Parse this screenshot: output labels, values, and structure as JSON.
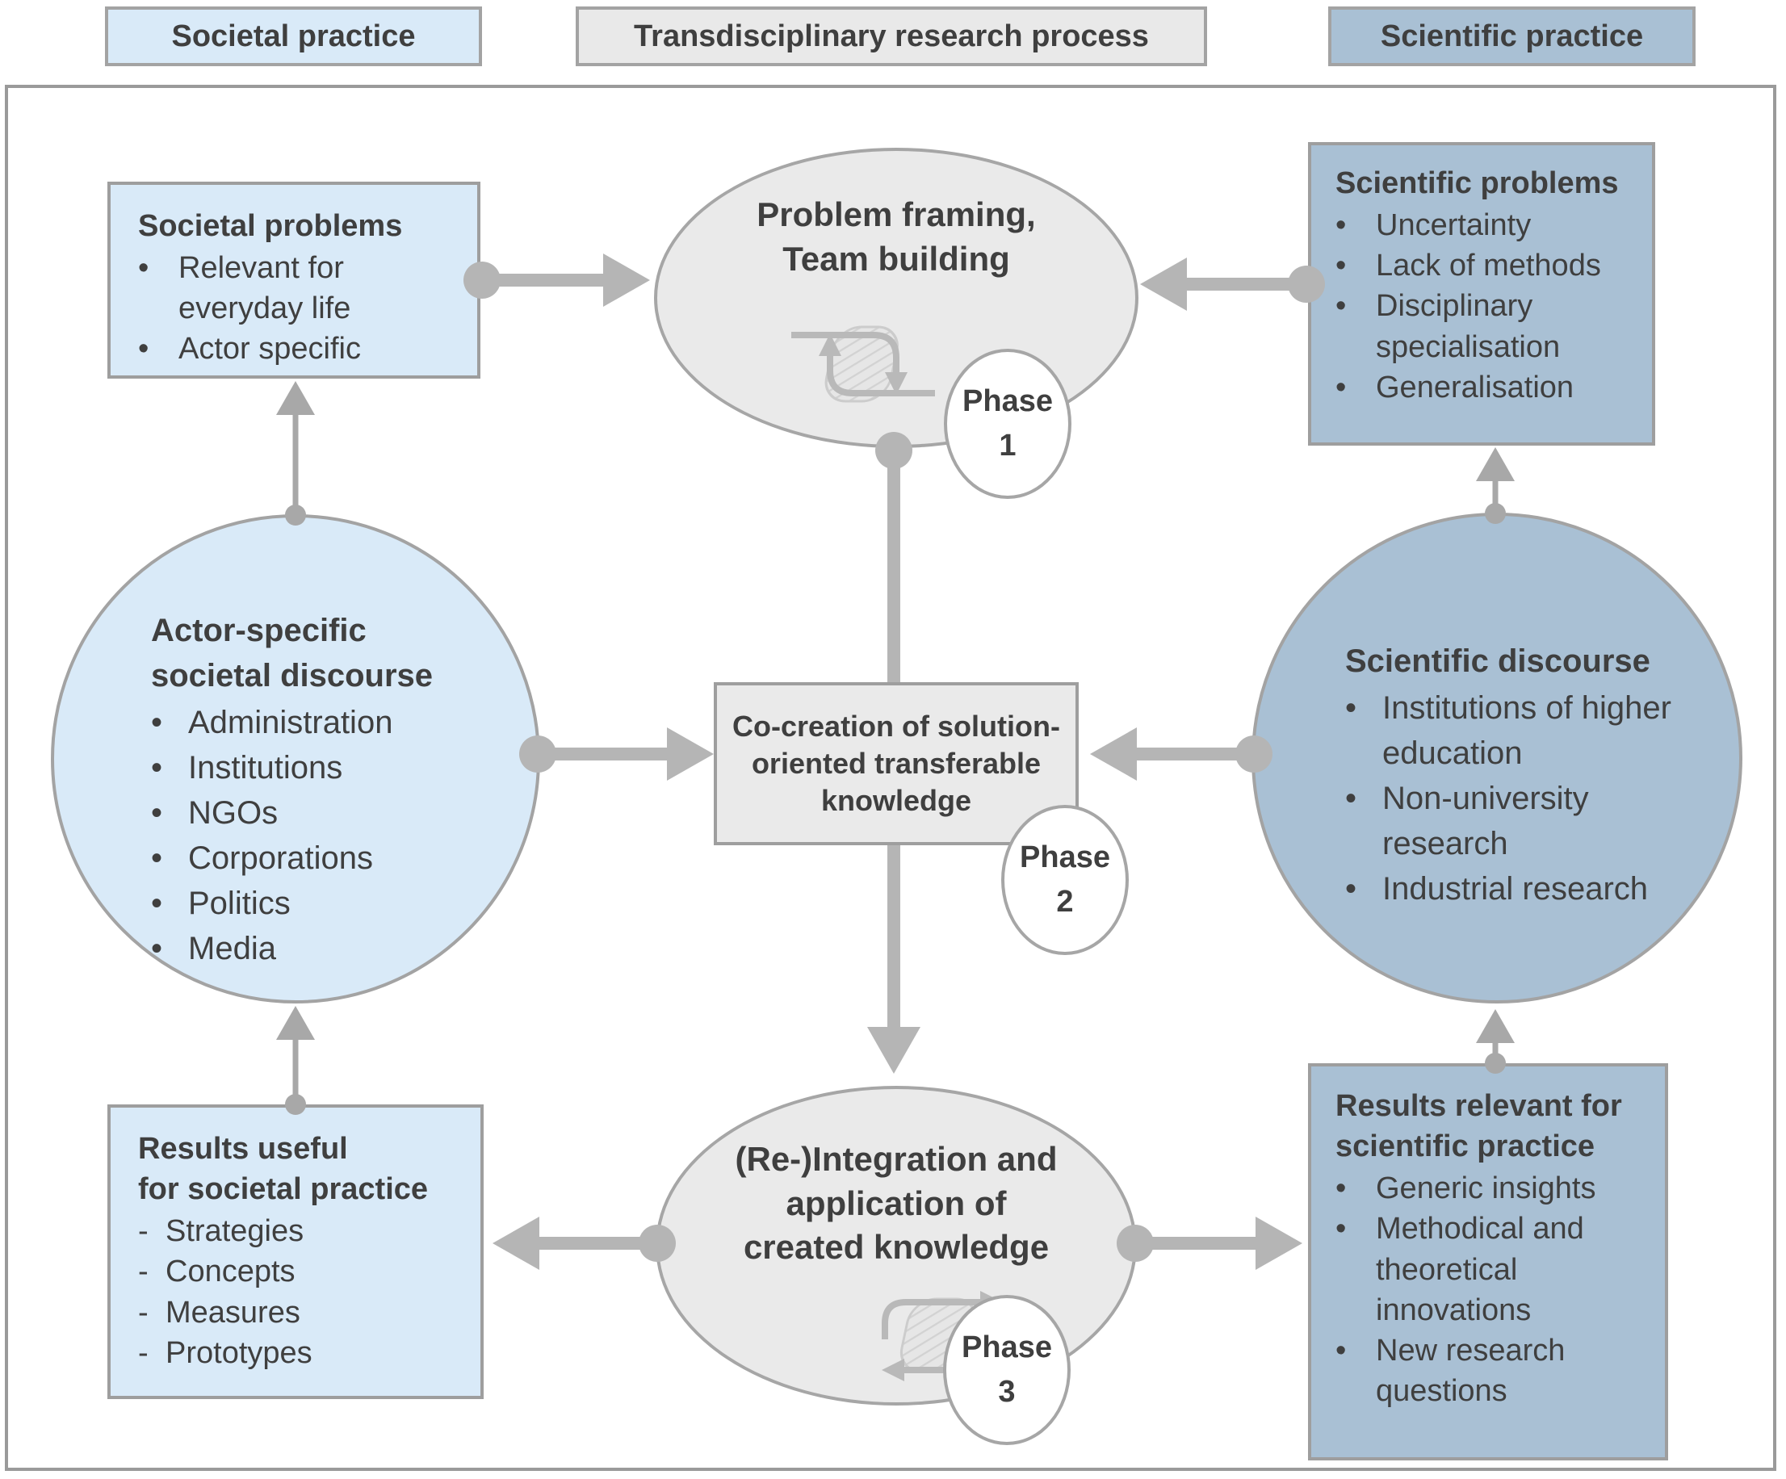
{
  "colors": {
    "light_blue": "#d9eaf8",
    "blue_gray": "#a9c0d4",
    "light_gray": "#eaeaea",
    "border_gray": "#9e9e9e",
    "thick_arrow": "#b5b5b5",
    "thin_arrow": "#a8a8a8",
    "text": "#3f3f3f"
  },
  "headers": {
    "left": "Societal practice",
    "center": "Transdisciplinary research process",
    "right": "Scientific practice"
  },
  "nodes": {
    "societal_problems": {
      "title_lines": [
        "Societal problems"
      ],
      "marker": "•",
      "items": [
        "Relevant for everyday life",
        "Actor specific"
      ]
    },
    "scientific_problems": {
      "title_lines": [
        "Scientific problems"
      ],
      "marker": "•",
      "items": [
        "Uncertainty",
        "Lack of methods",
        "Disciplinary specialisation",
        "Generalisation"
      ]
    },
    "societal_discourse": {
      "title_lines": [
        "Actor-specific",
        "societal discourse"
      ],
      "marker": "•",
      "items": [
        "Administration",
        "Institutions",
        "NGOs",
        "Corporations",
        "Politics",
        "Media"
      ]
    },
    "scientific_discourse": {
      "title_lines": [
        "Scientific discourse"
      ],
      "marker": "•",
      "items": [
        "Institutions of higher education",
        "Non-university research",
        "Industrial research"
      ]
    },
    "results_societal": {
      "title_lines": [
        "Results useful",
        "for societal practice"
      ],
      "marker": "-",
      "items": [
        "Strategies",
        "Concepts",
        "Measures",
        "Prototypes"
      ]
    },
    "results_scientific": {
      "title_lines": [
        "Results relevant for",
        "scientific practice"
      ],
      "marker": "•",
      "items": [
        "Generic insights",
        "Methodical and theoretical innovations",
        "New research questions"
      ]
    },
    "problem_framing": {
      "label_lines": [
        "Problem framing,",
        "Team building"
      ]
    },
    "co_creation": {
      "label_lines": [
        "Co-creation of solution-",
        "oriented transferable",
        "knowledge"
      ]
    },
    "reintegration": {
      "label_lines": [
        "(Re-)Integration and",
        "application of",
        "created knowledge"
      ]
    }
  },
  "phases": {
    "p1": {
      "word": "Phase",
      "num": "1"
    },
    "p2": {
      "word": "Phase",
      "num": "2"
    },
    "p3": {
      "word": "Phase",
      "num": "3"
    }
  }
}
